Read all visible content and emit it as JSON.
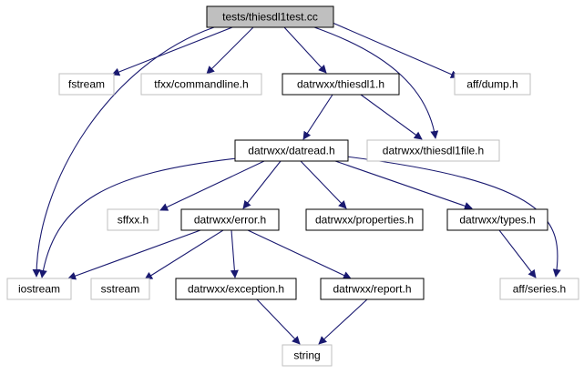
{
  "diagram": {
    "nodes": [
      {
        "id": "root",
        "label": "tests/thiesdl1test.cc",
        "style": "root"
      },
      {
        "id": "fstream",
        "label": "fstream",
        "style": "external"
      },
      {
        "id": "commandline",
        "label": "tfxx/commandline.h",
        "style": "external"
      },
      {
        "id": "thiesdl1",
        "label": "datrwxx/thiesdl1.h",
        "style": "internal"
      },
      {
        "id": "dump",
        "label": "aff/dump.h",
        "style": "external"
      },
      {
        "id": "datread",
        "label": "datrwxx/datread.h",
        "style": "internal"
      },
      {
        "id": "thiesdl1file",
        "label": "datrwxx/thiesdl1file.h",
        "style": "external"
      },
      {
        "id": "sffxx",
        "label": "sffxx.h",
        "style": "external"
      },
      {
        "id": "error",
        "label": "datrwxx/error.h",
        "style": "internal"
      },
      {
        "id": "properties",
        "label": "datrwxx/properties.h",
        "style": "internal"
      },
      {
        "id": "types",
        "label": "datrwxx/types.h",
        "style": "internal"
      },
      {
        "id": "iostream",
        "label": "iostream",
        "style": "external"
      },
      {
        "id": "sstream",
        "label": "sstream",
        "style": "external"
      },
      {
        "id": "exception",
        "label": "datrwxx/exception.h",
        "style": "internal"
      },
      {
        "id": "report",
        "label": "datrwxx/report.h",
        "style": "internal"
      },
      {
        "id": "series",
        "label": "aff/series.h",
        "style": "external"
      },
      {
        "id": "string",
        "label": "string",
        "style": "external"
      }
    ],
    "edges": [
      {
        "from": "root",
        "to": "iostream"
      },
      {
        "from": "root",
        "to": "fstream"
      },
      {
        "from": "root",
        "to": "commandline"
      },
      {
        "from": "root",
        "to": "thiesdl1"
      },
      {
        "from": "root",
        "to": "thiesdl1file"
      },
      {
        "from": "root",
        "to": "dump"
      },
      {
        "from": "thiesdl1",
        "to": "datread"
      },
      {
        "from": "thiesdl1",
        "to": "thiesdl1file"
      },
      {
        "from": "datread",
        "to": "iostream"
      },
      {
        "from": "datread",
        "to": "sffxx"
      },
      {
        "from": "datread",
        "to": "error"
      },
      {
        "from": "datread",
        "to": "properties"
      },
      {
        "from": "datread",
        "to": "types"
      },
      {
        "from": "datread",
        "to": "series"
      },
      {
        "from": "error",
        "to": "iostream"
      },
      {
        "from": "error",
        "to": "sstream"
      },
      {
        "from": "error",
        "to": "exception"
      },
      {
        "from": "error",
        "to": "report"
      },
      {
        "from": "types",
        "to": "series"
      },
      {
        "from": "exception",
        "to": "string"
      },
      {
        "from": "report",
        "to": "string"
      }
    ],
    "colors": {
      "edge": "#191970",
      "root_fill": "#bfbfbf",
      "root_border": "#000000",
      "internal_border": "#000000",
      "external_border": "#bfbfbf",
      "node_fill": "#ffffff",
      "text": "#000000"
    }
  }
}
